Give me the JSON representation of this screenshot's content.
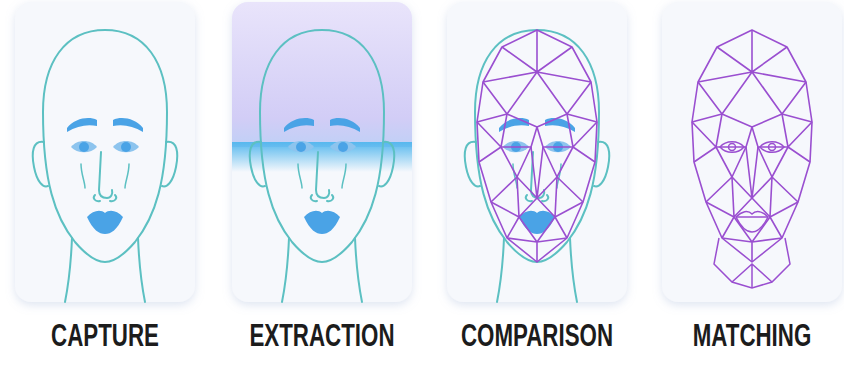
{
  "diagram": {
    "nodes": [
      {
        "text": [
          "CAPTURE"
        ]
      },
      {
        "text": [
          "EXTRACTION"
        ]
      },
      {
        "text": [
          "COMPARISON"
        ]
      },
      {
        "text": [
          "MATCHING"
        ]
      }
    ]
  }
}
